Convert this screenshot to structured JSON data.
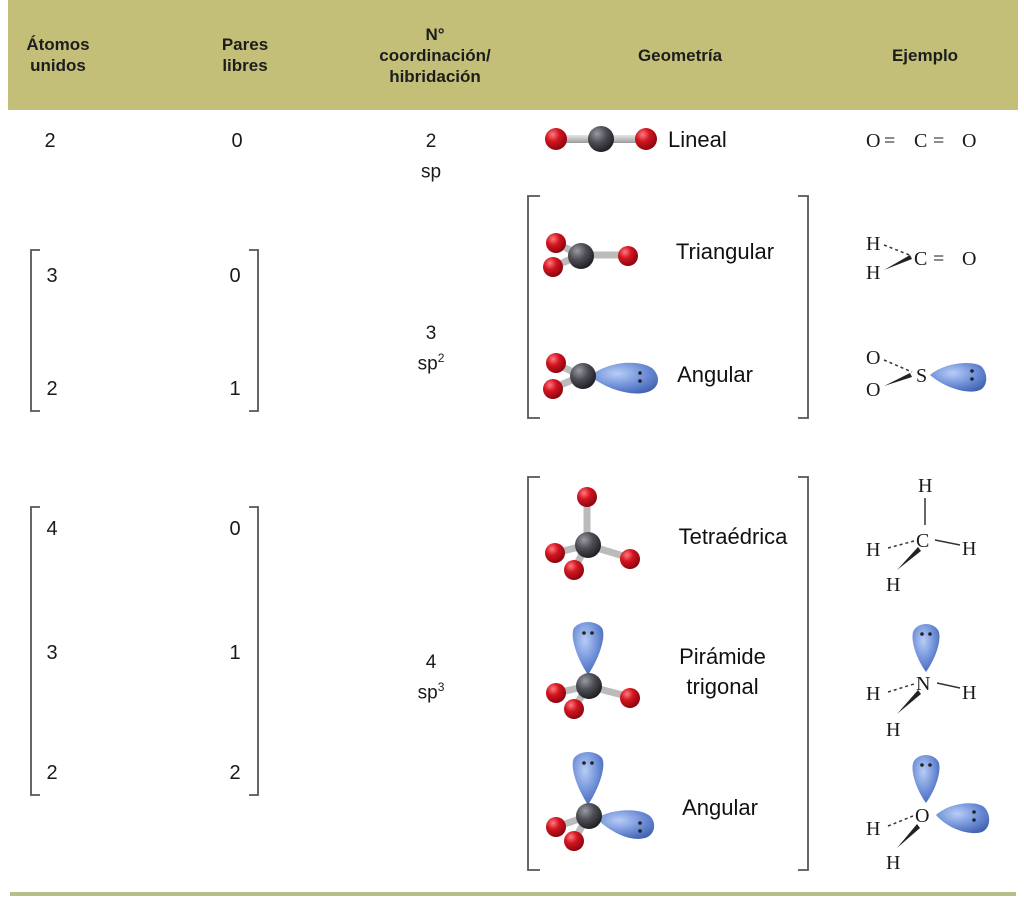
{
  "header": {
    "col1": "Átomos\nunidos",
    "col2": "Pares\nlibres",
    "col3": "N°\ncoordinación/\nhibridación",
    "col4": "Geometría",
    "col5": "Ejemplo"
  },
  "rows": [
    {
      "atoms": "2",
      "pairs": "0",
      "geometry": "Lineal"
    },
    {
      "atoms": "3",
      "pairs": "0",
      "geometry": "Triangular"
    },
    {
      "atoms": "2",
      "pairs": "1",
      "geometry": "Angular"
    },
    {
      "atoms": "4",
      "pairs": "0",
      "geometry": "Tetraédrica"
    },
    {
      "atoms": "3",
      "pairs": "1",
      "geometry": "Pirámide trigonal"
    },
    {
      "atoms": "2",
      "pairs": "2",
      "geometry": "Angular"
    }
  ],
  "coordination": [
    {
      "number": "2",
      "hybrid_base": "sp",
      "hybrid_sup": ""
    },
    {
      "number": "3",
      "hybrid_base": "sp",
      "hybrid_sup": "2"
    },
    {
      "number": "4",
      "hybrid_base": "sp",
      "hybrid_sup": "3"
    }
  ],
  "examples": {
    "co2": {
      "o1": "O",
      "eq1": "=",
      "c": "C",
      "eq2": "=",
      "o2": "O"
    },
    "h2co": {
      "h1": "H",
      "h2": "H",
      "c": "C",
      "eq": "=",
      "o": "O"
    },
    "so2": {
      "o1": "O",
      "o2": "O",
      "s": "S"
    },
    "ch4": {
      "c": "C",
      "h": "H"
    },
    "nh3": {
      "n": "N",
      "h": "H"
    },
    "h2o": {
      "o": "O",
      "h": "H"
    }
  },
  "colors": {
    "header_bg": "#c3bf78",
    "oxygen": "#d0101c",
    "carbon": "#4f4f55",
    "lone_pair": "#6f8fd8"
  }
}
